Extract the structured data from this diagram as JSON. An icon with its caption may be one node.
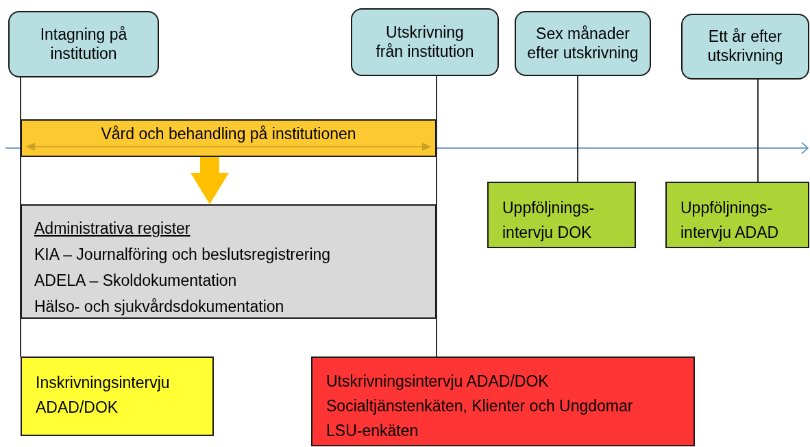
{
  "diagram": {
    "nodes": [
      {
        "text": [
          "Intagning på institution"
        ]
      },
      {
        "text": [
          "Utskrivning från institution"
        ]
      },
      {
        "text": [
          "Sex månader efter utskrivning"
        ]
      },
      {
        "text": [
          "Ett år efter utskrivning"
        ]
      },
      {
        "text": [
          "Vård och behandling på institutionen"
        ]
      },
      {
        "text": [
          "Administrativa register",
          "KIA – Journalföring och beslutsregistrering",
          "ADELA – Skoldokumentation",
          "Hälso- och sjukvårdsdokumentation"
        ]
      },
      {
        "text": [
          "Uppföljnings- intervju DOK"
        ]
      },
      {
        "text": [
          "Uppföljnings- intervju ADAD"
        ]
      },
      {
        "text": [
          "Inskrivningsintervju ADAD/DOK"
        ]
      },
      {
        "text": [
          "Utskrivningsintervju ADAD/DOK",
          "Socialtjänstenkäten, Klienter och Ungdomar",
          "LSU-enkäten"
        ]
      }
    ],
    "edges": [
      {
        "from": 0,
        "to": 8,
        "arrow": "none"
      },
      {
        "from": 1,
        "to": 9,
        "arrow": "none"
      },
      {
        "from": 2,
        "to": 6,
        "arrow": "none"
      },
      {
        "from": 3,
        "to": 7,
        "arrow": "none"
      },
      {
        "from": 4,
        "to": 5,
        "arrow": "to",
        "style": "thick",
        "color": "#ffc000"
      }
    ]
  }
}
